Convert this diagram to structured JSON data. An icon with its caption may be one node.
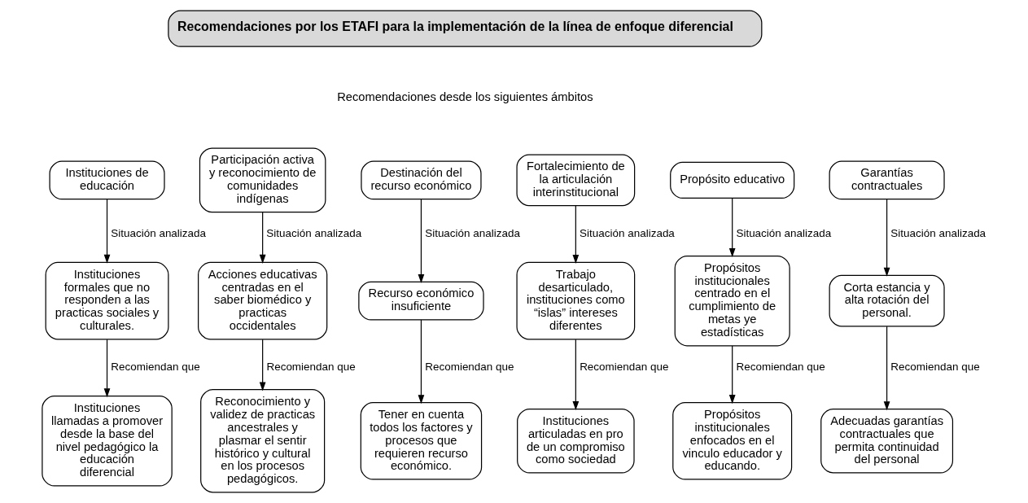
{
  "diagram": {
    "nodes": [
      {
        "text": [
          "Recomendaciones por los ETAFI para la implementación de la línea de enfoque diferencial"
        ]
      },
      {
        "text": [
          "Instituciones de educación"
        ]
      },
      {
        "text": [
          "Participación activa y reconocimiento de comunidades indígenas"
        ]
      },
      {
        "text": [
          "Destinación del recurso económico"
        ]
      },
      {
        "text": [
          "Fortalecimiento de la articulación interinstitucional"
        ]
      },
      {
        "text": [
          "Propósito educativo"
        ]
      },
      {
        "text": [
          "Garantías contractuales"
        ]
      },
      {
        "text": [
          "Instituciones formales que no responden a las practicas sociales y culturales."
        ]
      },
      {
        "text": [
          "Acciones educativas centradas en el saber biomédico y practicas occidentales"
        ]
      },
      {
        "text": [
          "Recurso económico insuficiente"
        ]
      },
      {
        "text": [
          "Trabajo desarticulado, instituciones como “islas” intereses diferentes"
        ]
      },
      {
        "text": [
          "Propósitos institucionales centrado en el cumplimiento de metas ye estadísticas"
        ]
      },
      {
        "text": [
          "Corta estancia y alta rotación del personal."
        ]
      },
      {
        "text": [
          "Instituciones llamadas a promover desde la base del nivel pedagógico la educación diferencial"
        ]
      },
      {
        "text": [
          "Reconocimiento y validez de practicas ancestrales y plasmar el sentir histórico y cultural en los procesos pedagógicos."
        ]
      },
      {
        "text": [
          "Tener en cuenta todos los factores y procesos que requieren recurso económico."
        ]
      },
      {
        "text": [
          "Instituciones articuladas en pro de un compromiso como sociedad"
        ]
      },
      {
        "text": [
          "Propósitos institucionales enfocados en el vinculo educador y educando."
        ]
      },
      {
        "text": [
          "Adecuadas garantías contractuales que permita continuidad del personal"
        ]
      }
    ],
    "edges": [
      {
        "from": 1,
        "to": 7,
        "arrow": "to",
        "label": "Situación analizada"
      },
      {
        "from": 2,
        "to": 8,
        "arrow": "to",
        "label": "Situación analizada"
      },
      {
        "from": 3,
        "to": 9,
        "arrow": "to",
        "label": "Situación analizada"
      },
      {
        "from": 4,
        "to": 10,
        "arrow": "to",
        "label": "Situación analizada"
      },
      {
        "from": 5,
        "to": 11,
        "arrow": "to",
        "label": "Situación analizada"
      },
      {
        "from": 6,
        "to": 12,
        "arrow": "to",
        "label": "Situación analizada"
      },
      {
        "from": 7,
        "to": 13,
        "arrow": "to",
        "label": "Recomiendan que"
      },
      {
        "from": 8,
        "to": 14,
        "arrow": "to",
        "label": "Recomiendan que"
      },
      {
        "from": 9,
        "to": 15,
        "arrow": "to",
        "label": "Recomiendan que"
      },
      {
        "from": 10,
        "to": 16,
        "arrow": "to",
        "label": "Recomiendan que"
      },
      {
        "from": 11,
        "to": 17,
        "arrow": "to",
        "label": "Recomiendan que"
      },
      {
        "from": 12,
        "to": 18,
        "arrow": "to",
        "label": "Recomiendan que"
      }
    ],
    "labels": [
      "Recomendaciones desde los siguientes ámbitos"
    ]
  }
}
